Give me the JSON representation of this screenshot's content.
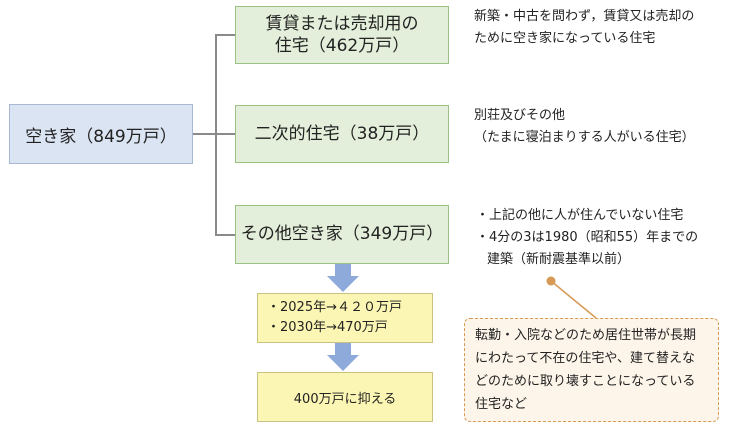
{
  "root": {
    "label": "空き家（849万戸）"
  },
  "categories": [
    {
      "line1": "賃貸または売却用の",
      "line2": "住宅（462万戸）"
    },
    {
      "line1": "二次的住宅（38万戸）"
    },
    {
      "line1": "その他空き家（349万戸）"
    }
  ],
  "descriptions": {
    "rental": [
      "新築・中古を問わず，賃貸又は売却の",
      "ために空き家になっている住宅"
    ],
    "secondary": [
      "別荘及びその他",
      "（たまに寝泊まりする人がいる住宅）"
    ],
    "other": [
      "・上記の他に人が住んでいない住宅",
      "・4分の3は1980（昭和55）年までの",
      "建築（新耐震基準以前）"
    ]
  },
  "projection": [
    "・2025年→４２０万戸",
    "・2030年→470万戸"
  ],
  "target": "400万戸に抑える",
  "note": [
    "転勤・入院などのため居住世帯が長期",
    "にわたって不在の住宅や、建て替えな",
    "どのために取り壊すことになっている",
    "住宅など"
  ],
  "colors": {
    "root_fill": "#dbe4f2",
    "category_fill": "#e3efda",
    "yellow_fill": "#fbf6b3",
    "arrow": "#8eaadb",
    "note_border": "#d79a55"
  }
}
